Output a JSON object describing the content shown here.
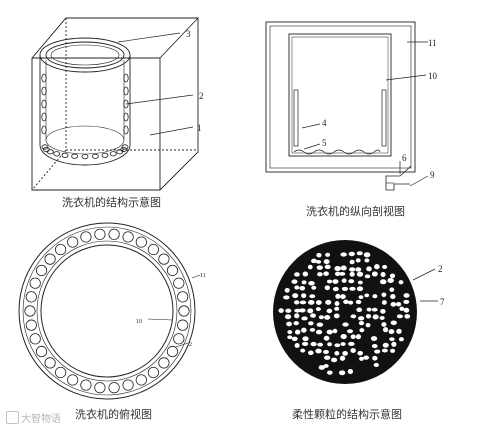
{
  "panels": [
    {
      "caption": "洗衣机的结构示意图",
      "labels": [
        "3",
        "2",
        "1"
      ]
    },
    {
      "caption": "洗衣机的纵向剖视图",
      "labels": [
        "11",
        "10",
        "4",
        "5",
        "6",
        "9"
      ]
    },
    {
      "caption": "洗衣机的俯视图",
      "labels": [
        "11",
        "10",
        "2"
      ]
    },
    {
      "caption": "柔性颗粒的结构示意图",
      "labels": [
        "2",
        "7"
      ]
    }
  ],
  "watermark": {
    "text": "大智物语"
  }
}
